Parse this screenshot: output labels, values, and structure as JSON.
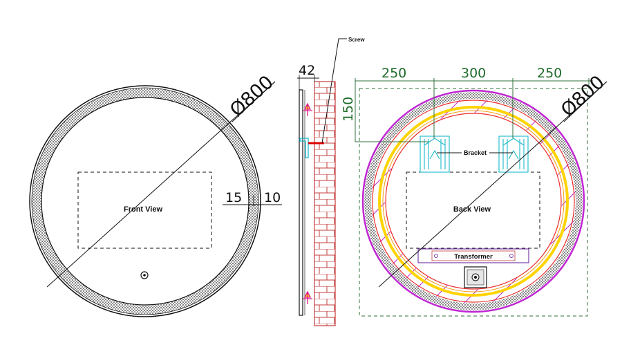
{
  "labels": {
    "front_view": "Front View",
    "back_view": "Back View",
    "bracket": "Bracket",
    "transformer": "Transformer",
    "screw": "Screw"
  },
  "dimensions": {
    "front_diameter": "Ø800",
    "back_diameter": "Ø800",
    "depth": "42",
    "rim_a": "15",
    "rim_b": "10",
    "bracket_left_offset": "250",
    "bracket_spacing": "300",
    "bracket_right_offset": "250",
    "bracket_top_offset": "150"
  },
  "colors": {
    "outline": "#111111",
    "knurl": "#333333",
    "back_purple": "#c026d3",
    "back_red": "#ef2b2b",
    "back_yellow": "#f5d90a",
    "bracket_cyan": "#19b7c9",
    "wall_red": "#c43c3c",
    "frame_green": "#2f6f3a",
    "transformer_purple": "#7a3ea8",
    "led_yellow": "#ffd400"
  }
}
